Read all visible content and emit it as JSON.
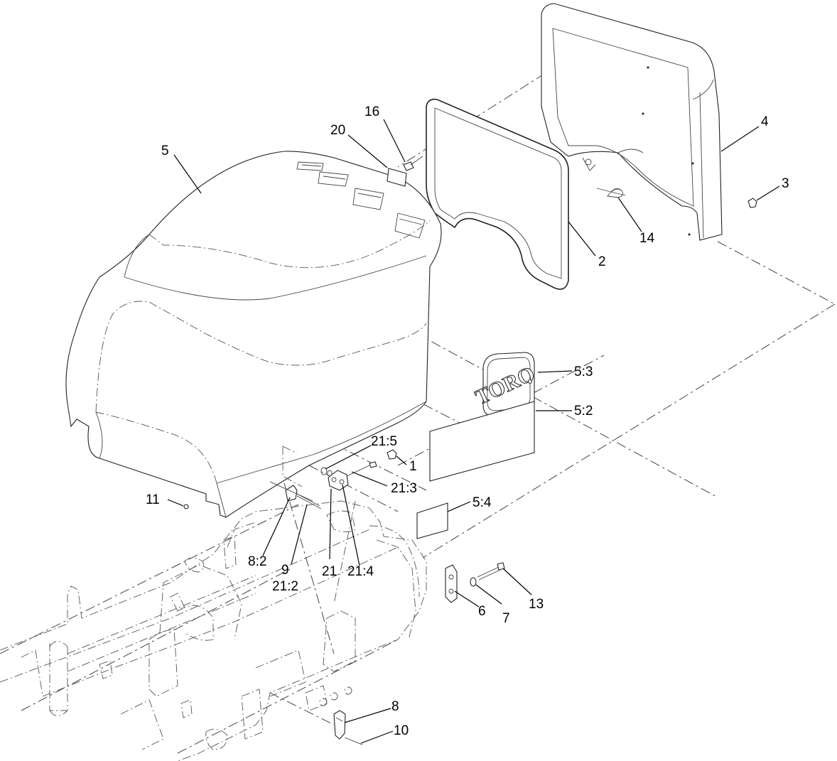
{
  "callouts": [
    {
      "id": "c1",
      "label": "1"
    },
    {
      "id": "c2",
      "label": "2"
    },
    {
      "id": "c3",
      "label": "3"
    },
    {
      "id": "c4",
      "label": "4"
    },
    {
      "id": "c5",
      "label": "5"
    },
    {
      "id": "c5_2",
      "label": "5:2"
    },
    {
      "id": "c5_3",
      "label": "5:3"
    },
    {
      "id": "c5_4",
      "label": "5:4"
    },
    {
      "id": "c6",
      "label": "6"
    },
    {
      "id": "c7",
      "label": "7"
    },
    {
      "id": "c8",
      "label": "8"
    },
    {
      "id": "c8_2",
      "label": "8:2"
    },
    {
      "id": "c9",
      "label": "9"
    },
    {
      "id": "c10",
      "label": "10"
    },
    {
      "id": "c11",
      "label": "11"
    },
    {
      "id": "c13",
      "label": "13"
    },
    {
      "id": "c14",
      "label": "14"
    },
    {
      "id": "c16",
      "label": "16"
    },
    {
      "id": "c20",
      "label": "20"
    },
    {
      "id": "c21",
      "label": "21"
    },
    {
      "id": "c21_2",
      "label": "21:2"
    },
    {
      "id": "c21_3",
      "label": "21:3"
    },
    {
      "id": "c21_4",
      "label": "21:4"
    },
    {
      "id": "c21_5",
      "label": "21:5"
    }
  ],
  "logo_text": "TORO"
}
